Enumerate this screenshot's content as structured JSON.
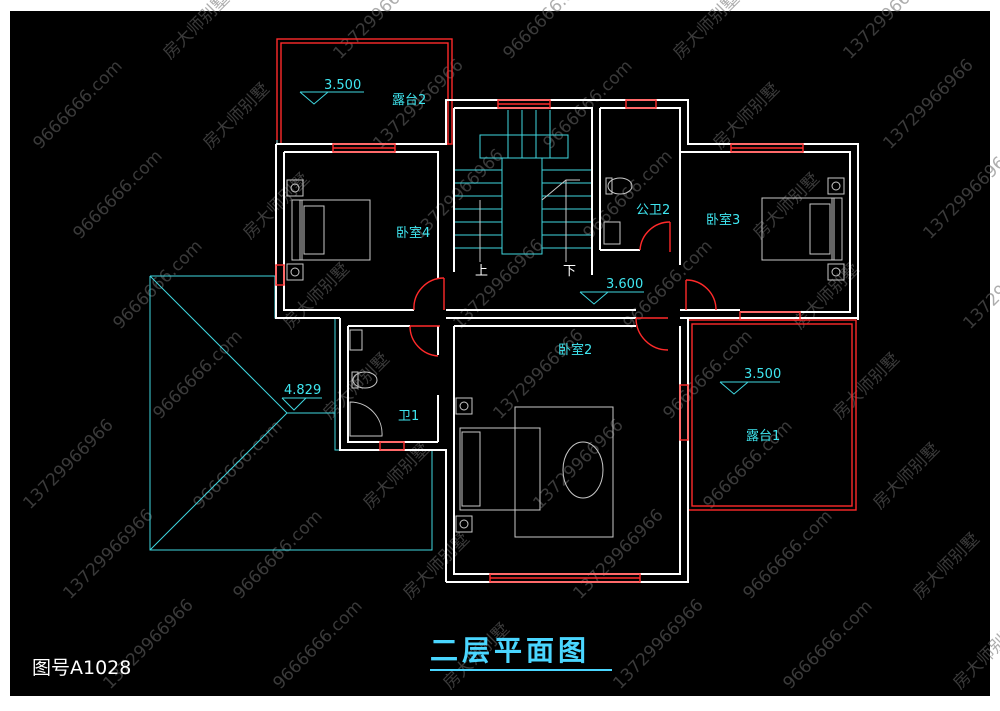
{
  "drawing": {
    "title": "二层平面图",
    "drawing_number": "图号A1028",
    "stair_up": "上",
    "stair_down": "下"
  },
  "rooms": {
    "terrace2": "露台2",
    "bedroom4": "卧室4",
    "public_bath2": "公卫2",
    "bedroom3": "卧室3",
    "bedroom2": "卧室2",
    "bath1": "卫1",
    "terrace1": "露台1"
  },
  "elevations": {
    "terrace2": "3.500",
    "hall": "3.600",
    "roof": "4.829",
    "terrace1": "3.500"
  },
  "watermark": {
    "brand": "房大师别墅",
    "phone": "13729966966",
    "site": "9666666.com"
  },
  "colors": {
    "background": "#000000",
    "wall": "#ffffff",
    "window": "#ff2a2a",
    "annotation": "#3fd7e0",
    "title": "#4ad6ff"
  }
}
